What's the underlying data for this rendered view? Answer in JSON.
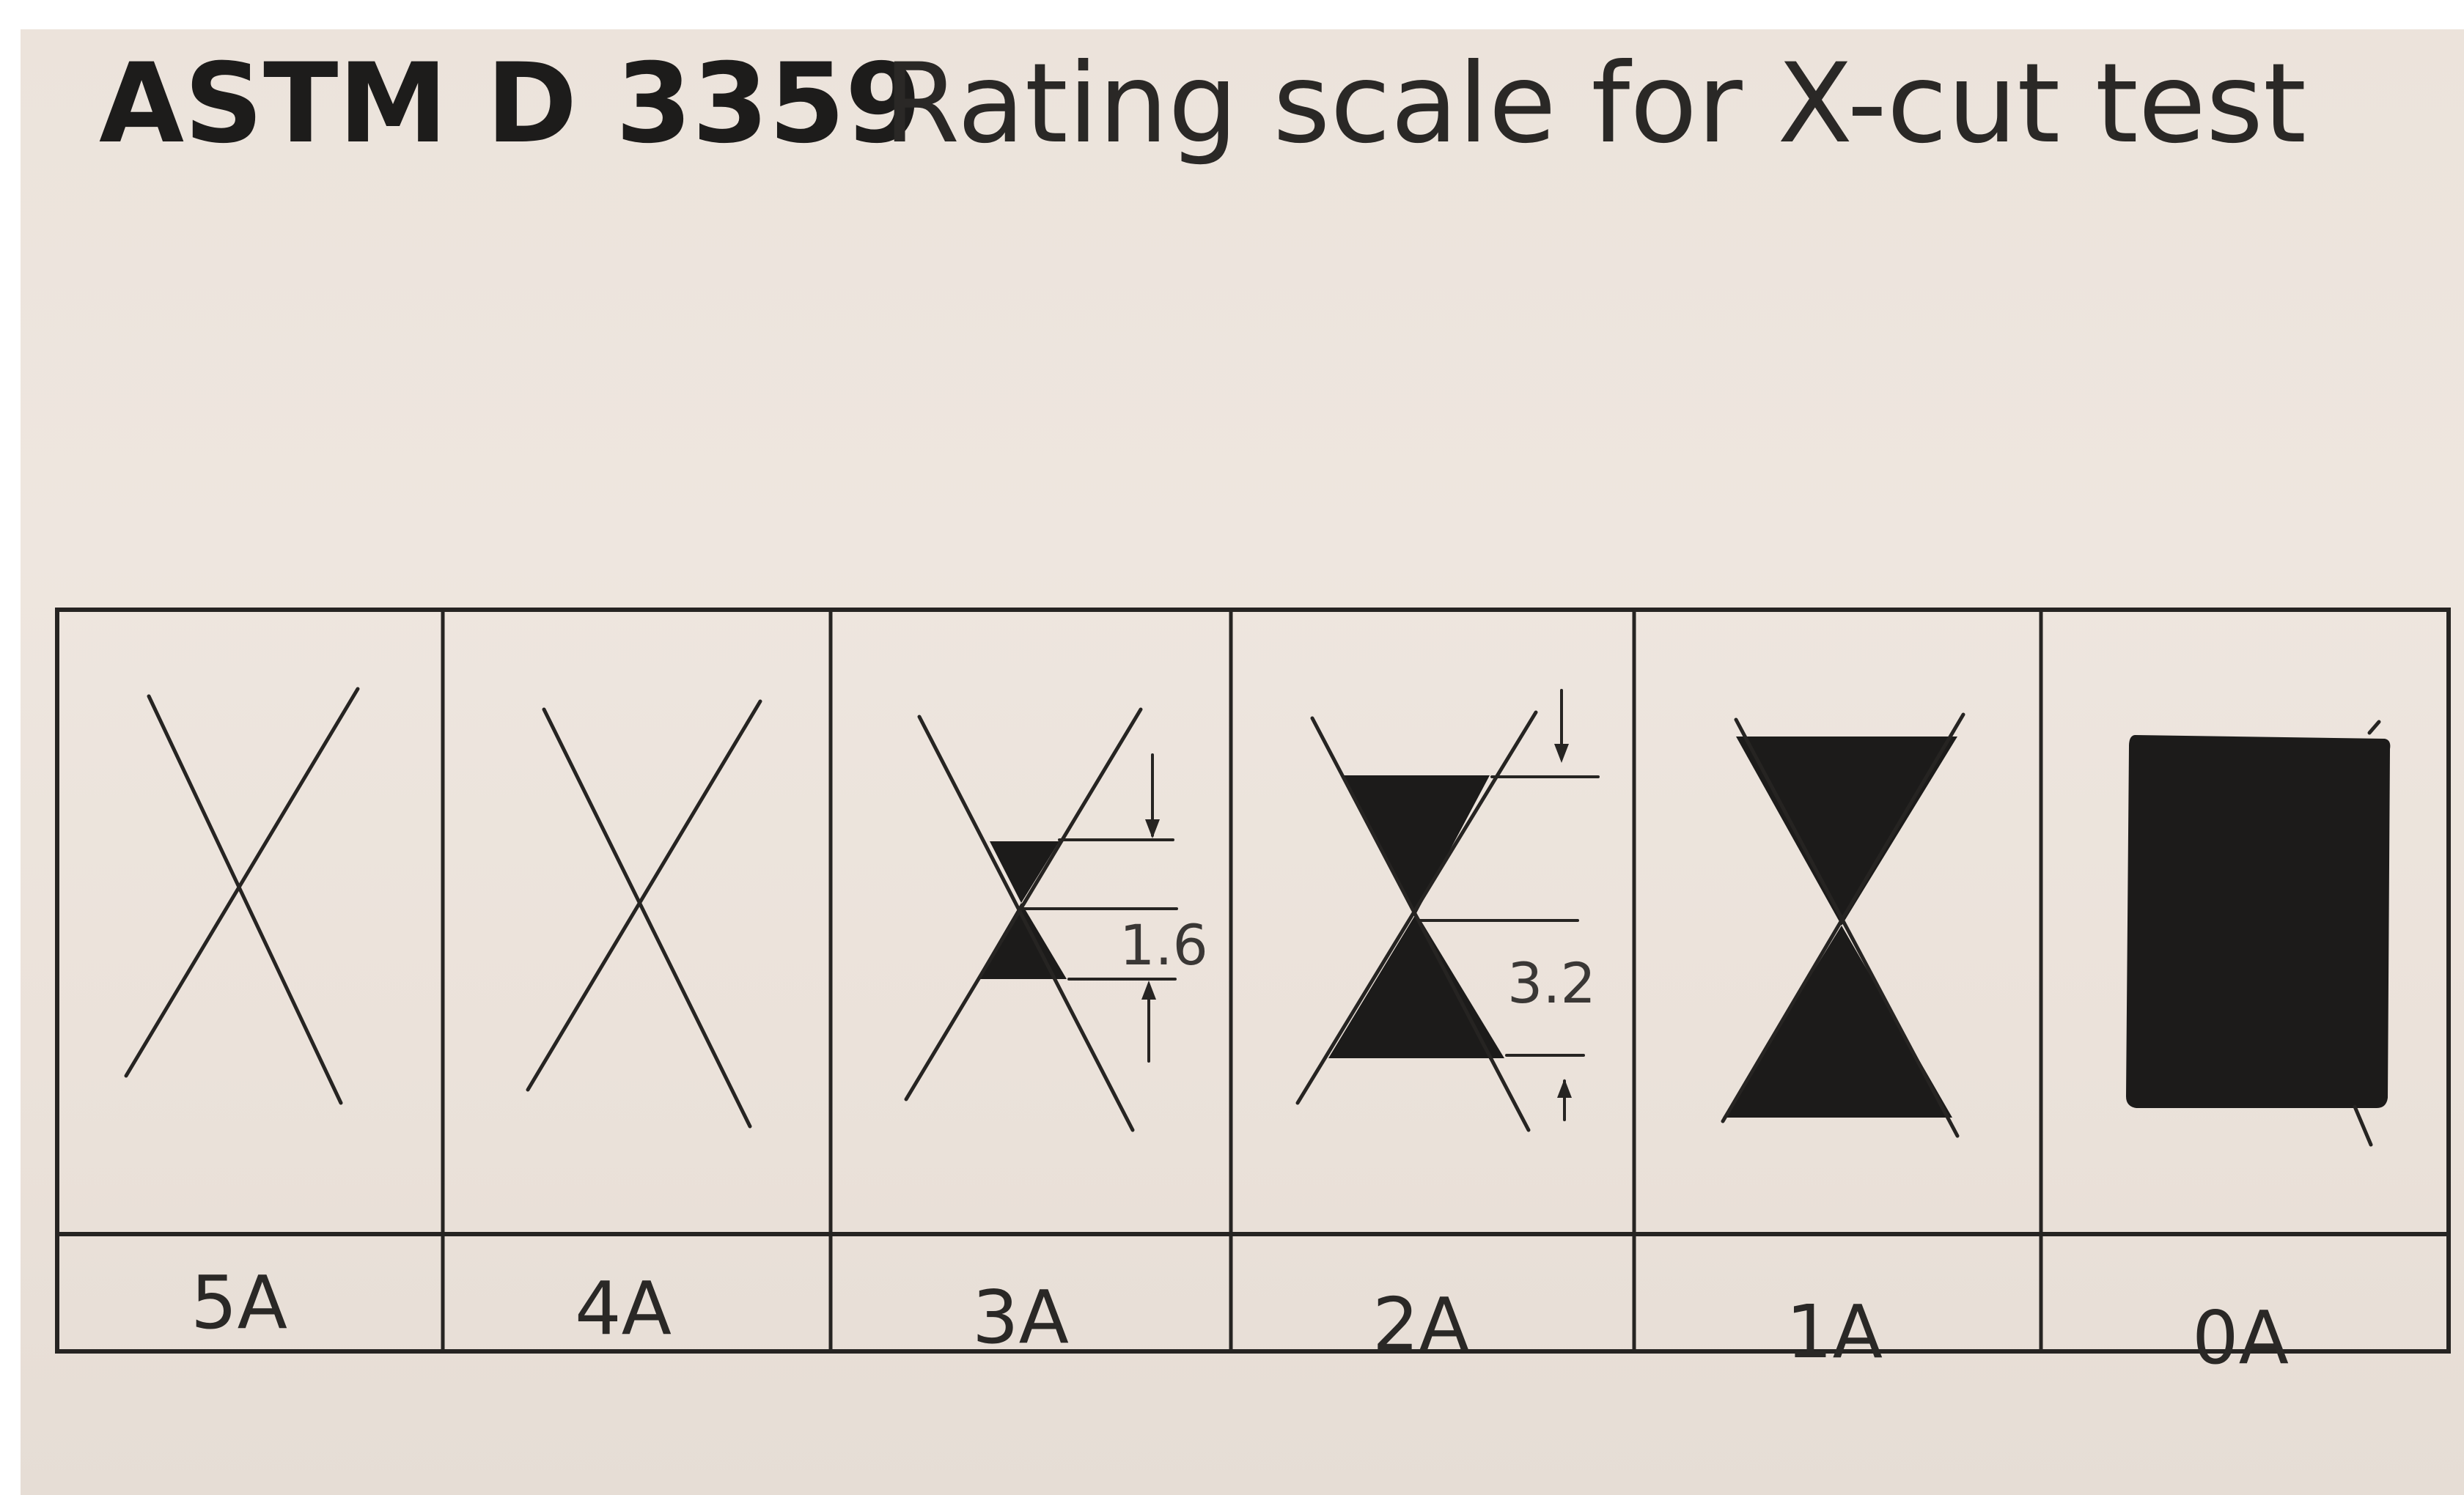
{
  "title": {
    "standard": "ASTM D 3359",
    "description": "Rating scale for X-cut test"
  },
  "ratings": [
    {
      "label": "5A"
    },
    {
      "label": "4A"
    },
    {
      "label": "3A",
      "dimension": "1.6"
    },
    {
      "label": "2A",
      "dimension": "3.2"
    },
    {
      "label": "1A"
    },
    {
      "label": "0A"
    }
  ],
  "colors": {
    "paper": "#ece3db",
    "ink": "#262422",
    "fill": "#1c1b1a"
  }
}
